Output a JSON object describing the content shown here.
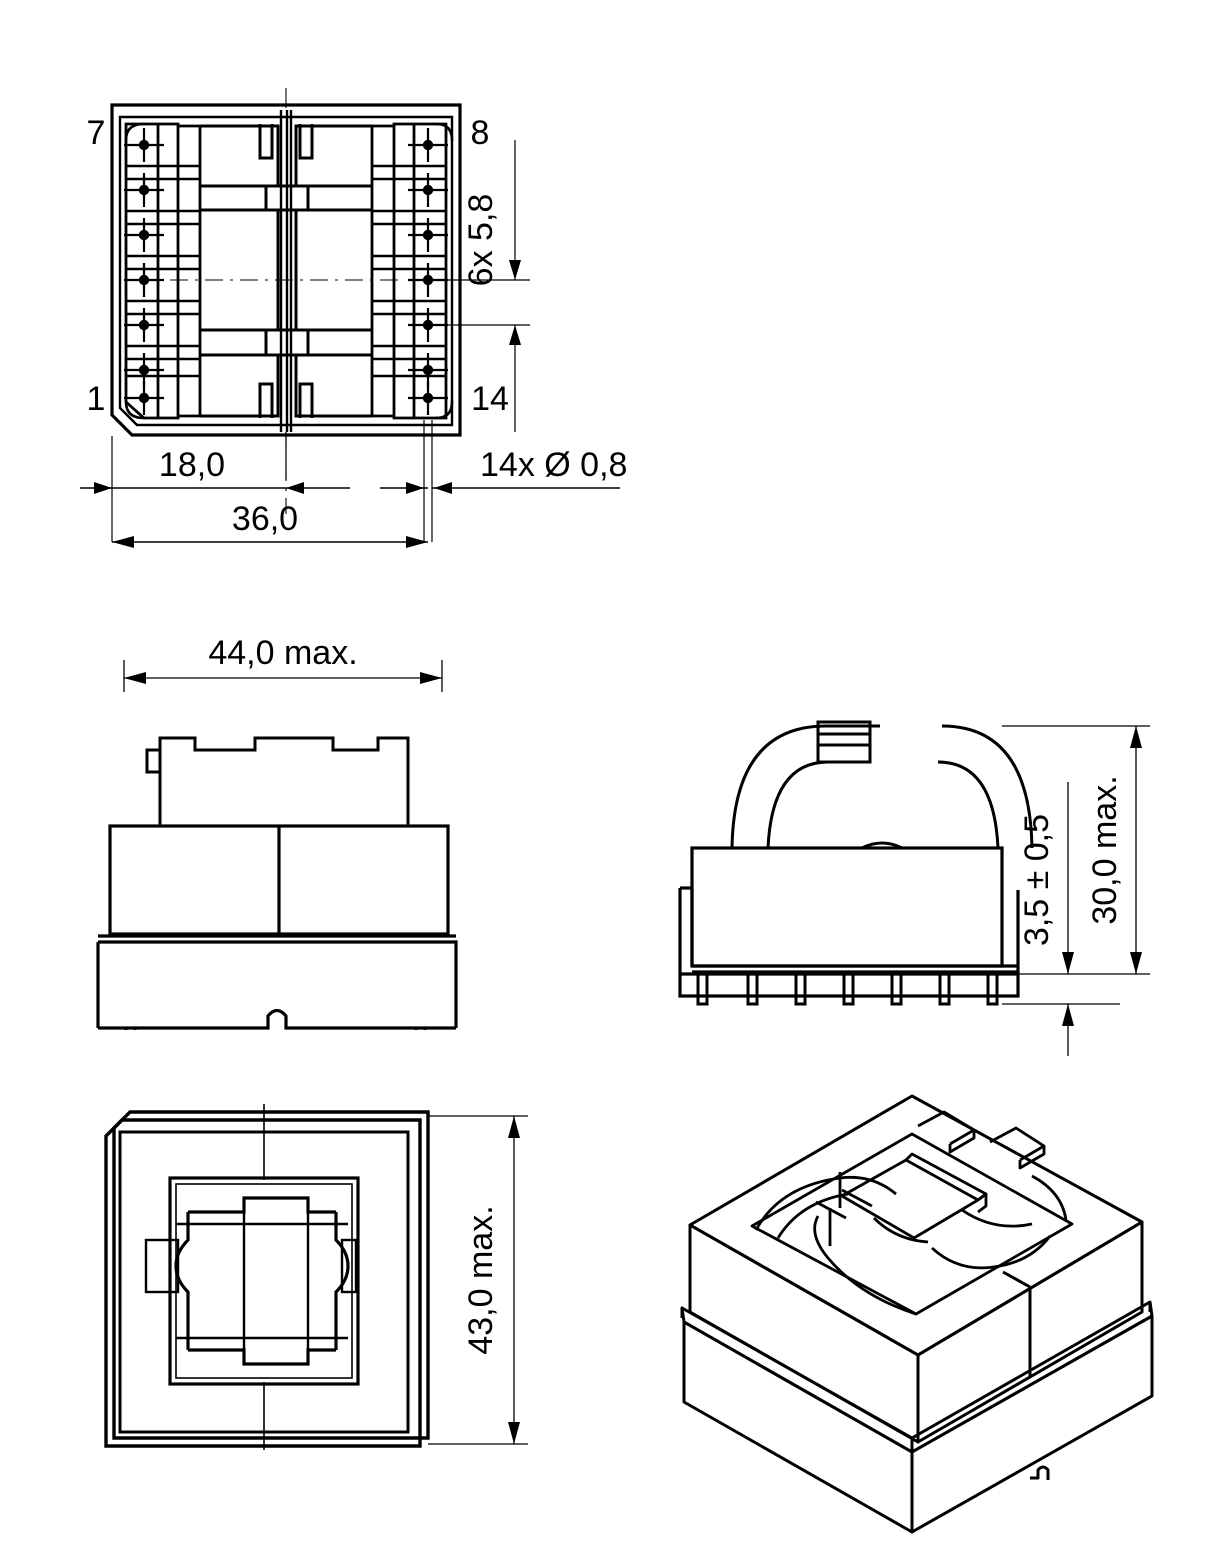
{
  "drawing": {
    "title": "Transformer mechanical outline drawing",
    "units": "mm",
    "line_color": "#000000",
    "background_color": "#ffffff"
  },
  "views": {
    "top": {
      "name": "top-view",
      "pin_labels": {
        "top_left": "7",
        "top_right": "8",
        "bottom_left": "1",
        "bottom_right": "14"
      },
      "dimensions": {
        "pin_pitch": "6x  5,8",
        "half_width": "18,0",
        "full_width": "36,0",
        "hole_note": "14x  Ø  0,8"
      }
    },
    "front": {
      "name": "front-view",
      "dimensions": {
        "width": "44,0  max."
      }
    },
    "side": {
      "name": "side-view",
      "dimensions": {
        "pin_length": "3,5 ± 0,5",
        "height": "30,0  max."
      }
    },
    "bottom": {
      "name": "bottom-view",
      "dimensions": {
        "depth": "43,0  max."
      }
    },
    "isometric": {
      "name": "isometric-view"
    }
  }
}
